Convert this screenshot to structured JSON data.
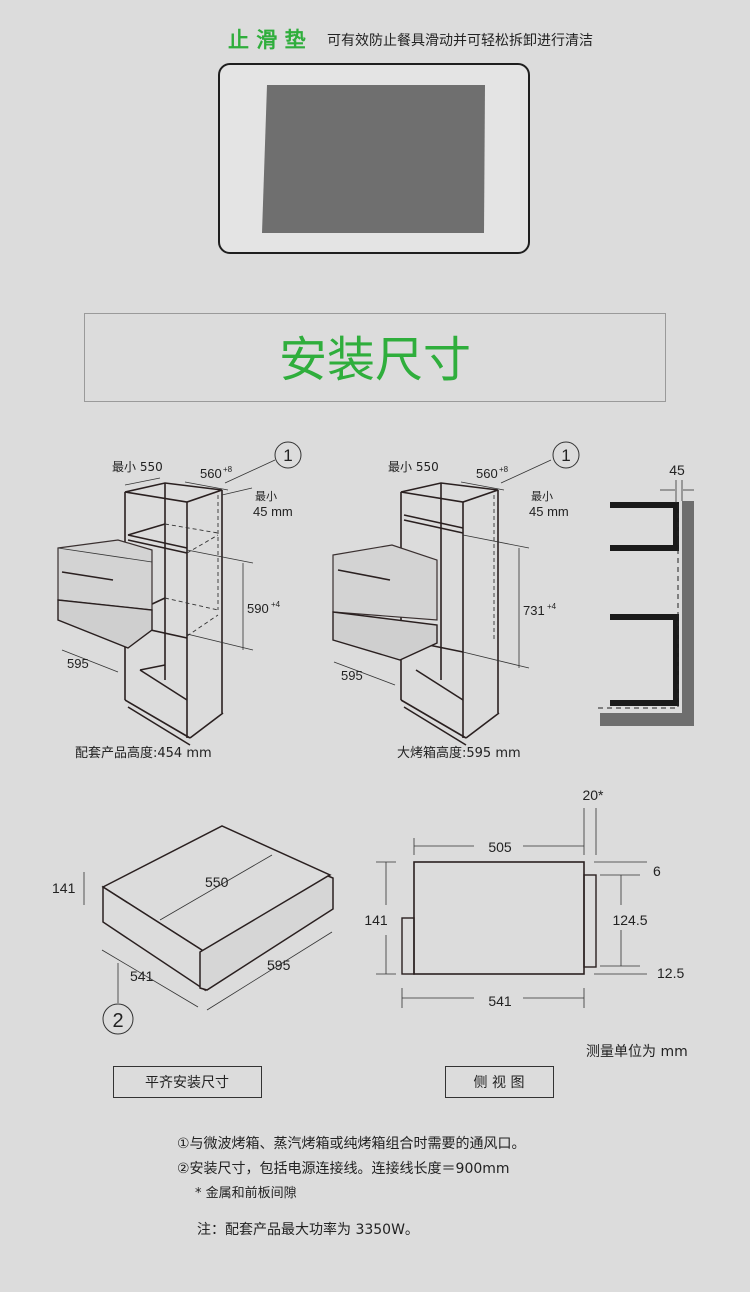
{
  "mat": {
    "title": "止 滑 垫",
    "description": "可有效防止餐具滑动并可轻松拆卸进行清洁"
  },
  "section_title": "安装尺寸",
  "diagram1": {
    "min_width": "最小 550",
    "width": "560",
    "width_tol": "+8",
    "min_gap_label": "最小",
    "min_gap": "45 mm",
    "height": "590",
    "height_tol": "+4",
    "front": "595",
    "marker": "1",
    "caption": "配套产品高度:454 mm"
  },
  "diagram2": {
    "min_width": "最小 550",
    "width": "560",
    "width_tol": "+8",
    "min_gap_label": "最小",
    "min_gap": "45 mm",
    "height": "731",
    "height_tol": "+4",
    "front": "595",
    "marker": "1",
    "caption": "大烤箱高度:595 mm"
  },
  "diagram3": {
    "gap": "45"
  },
  "drawer": {
    "height": "141",
    "depth": "550",
    "side_depth": "541",
    "front_width": "595",
    "marker": "2",
    "label": "平齐安装尺寸"
  },
  "side_view": {
    "gap": "20*",
    "body_depth": "505",
    "top_offset": "6",
    "height": "141",
    "front_height": "124.5",
    "bottom_offset": "12.5",
    "total_depth": "541",
    "unit_note": "测量单位为 mm",
    "label": "侧 视 图"
  },
  "notes": [
    "①与微波烤箱、蒸汽烤箱或纯烤箱组合时需要的通风口。",
    "②安装尺寸，包括电源连接线。连接线长度＝900mm",
    "* 金属和前板间隙",
    "注：配套产品最大功率为 3350W。"
  ],
  "colors": {
    "accent": "#2fae3c",
    "background": "#dcdcdc"
  }
}
